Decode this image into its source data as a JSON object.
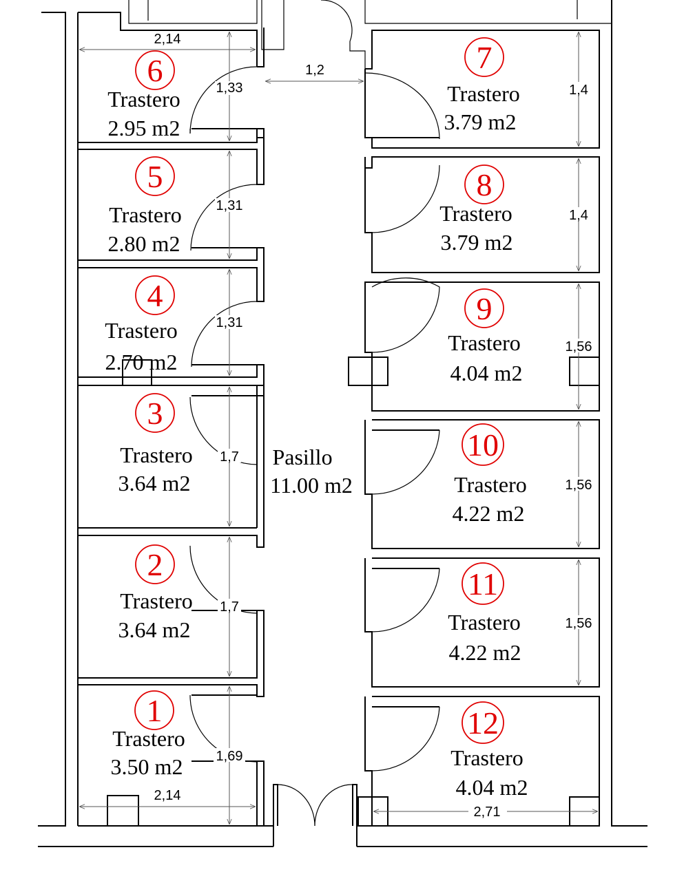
{
  "colors": {
    "wall": "#000000",
    "room_number": "#e00000",
    "dimension_line": "#555555"
  },
  "rooms": [
    {
      "number": "1",
      "label": "Trastero",
      "area": "3.50 m2"
    },
    {
      "number": "2",
      "label": "Trastero",
      "area": "3.64 m2"
    },
    {
      "number": "3",
      "label": "Trastero",
      "area": "3.64 m2"
    },
    {
      "number": "4",
      "label": "Trastero",
      "area": "2.70 m2"
    },
    {
      "number": "5",
      "label": "Trastero",
      "area": "2.80 m2"
    },
    {
      "number": "6",
      "label": "Trastero",
      "area": "2.95 m2"
    },
    {
      "number": "7",
      "label": "Trastero",
      "area": "3.79 m2"
    },
    {
      "number": "8",
      "label": "Trastero",
      "area": "3.79 m2"
    },
    {
      "number": "9",
      "label": "Trastero",
      "area": "4.04 m2"
    },
    {
      "number": "10",
      "label": "Trastero",
      "area": "4.22 m2"
    },
    {
      "number": "11",
      "label": "Trastero",
      "area": "4.22 m2"
    },
    {
      "number": "12",
      "label": "Trastero",
      "area": "4.04 m2"
    }
  ],
  "corridor": {
    "label": "Pasillo",
    "area": "11.00 m2"
  },
  "dimensions": {
    "top_width": "2,14",
    "bottom_width": "2,14",
    "corridor_width": "1,2",
    "right_bottom_width": "2,71",
    "d6": "1,33",
    "d5": "1,31",
    "d4": "1,31",
    "d3": "1,7",
    "d2": "1,7",
    "d1": "1,69",
    "d7": "1,4",
    "d8": "1,4",
    "d9": "1,56",
    "d10": "1,56",
    "d11": "1,56"
  }
}
